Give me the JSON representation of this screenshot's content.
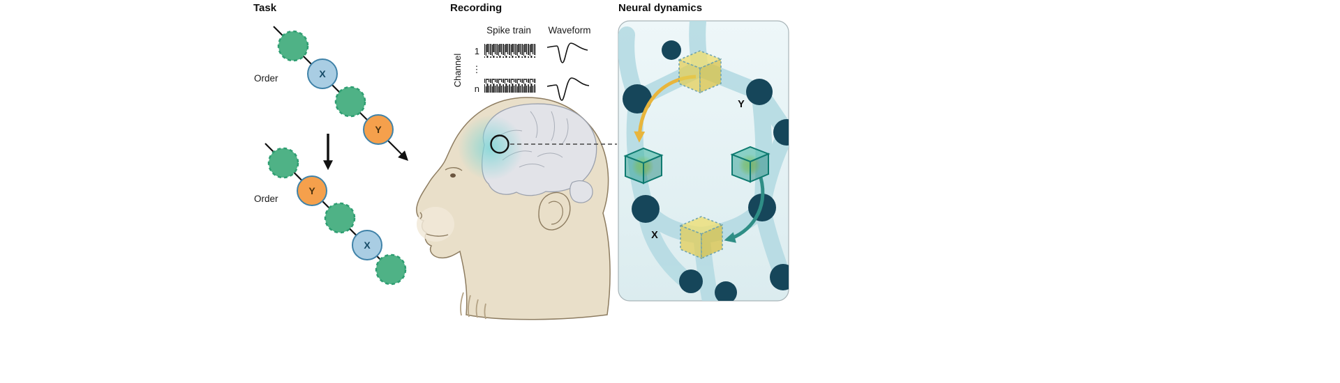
{
  "panels": {
    "task": {
      "title": "Task",
      "sequences": [
        {
          "order_label": "Order",
          "items": [
            {
              "kind": "distractor"
            },
            {
              "kind": "item",
              "label": "X",
              "color": "#a9cde3"
            },
            {
              "kind": "distractor"
            },
            {
              "kind": "item",
              "label": "Y",
              "color": "#f5a04c"
            }
          ]
        },
        {
          "order_label": "Order",
          "items": [
            {
              "kind": "distractor"
            },
            {
              "kind": "item",
              "label": "Y",
              "color": "#f5a04c"
            },
            {
              "kind": "distractor"
            },
            {
              "kind": "item",
              "label": "X",
              "color": "#a9cde3"
            },
            {
              "kind": "distractor"
            }
          ]
        }
      ]
    },
    "recording": {
      "title": "Recording",
      "column_labels": {
        "spike_train": "Spike train",
        "waveform": "Waveform"
      },
      "channel_axis": {
        "label": "Channel",
        "first": "1",
        "ellipsis": "⋮",
        "last": "n"
      }
    },
    "neural_dynamics": {
      "title": "Neural dynamics",
      "state_labels": {
        "top": "Y",
        "bottom": "X"
      }
    }
  },
  "colors": {
    "distractor_green": "#4fb286",
    "distractor_border": "#2f9e72",
    "item_x_fill": "#a9cde3",
    "item_y_fill": "#f5a04c",
    "item_border": "#3f82a8",
    "arrow_black": "#111111",
    "node_dark": "#16465a",
    "band_blue": "#b5dbe3",
    "cube_yellow": "#e6d24f",
    "cube_green": "#2a9d8f",
    "glow_yellow_green": "#d4e157",
    "arrow_yellow": "#e8b53c",
    "arrow_teal": "#2f8e86",
    "panel_bg": "#e8f3f6",
    "cortex_highlight": "#7ed6d6",
    "monkey_skin": "#e9dfc9",
    "brain": "#e2e3e8"
  }
}
